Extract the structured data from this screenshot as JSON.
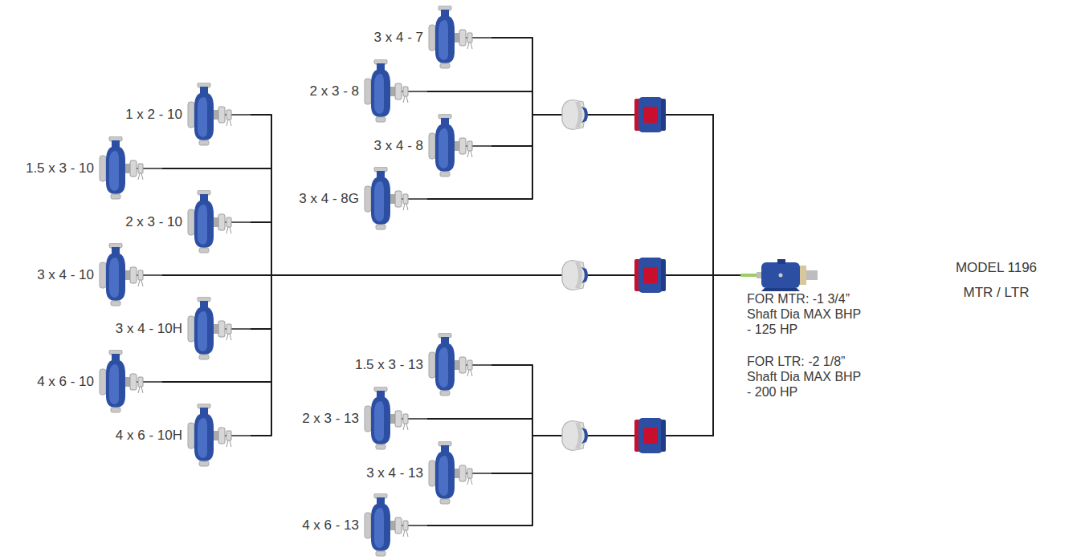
{
  "diagram": {
    "nodes": [
      {
        "text": [
          "1 x 2 - 10"
        ]
      },
      {
        "text": [
          "1.5 x 3 - 10"
        ]
      },
      {
        "text": [
          "2 x 3 - 10"
        ]
      },
      {
        "text": [
          "3 x 4 - 10"
        ]
      },
      {
        "text": [
          "3 x 4 - 10H"
        ]
      },
      {
        "text": [
          "4 x 6 - 10"
        ]
      },
      {
        "text": [
          "4 x 6 - 10H"
        ]
      },
      {
        "text": [
          "3 x 4 - 7"
        ]
      },
      {
        "text": [
          "2 x 3 - 8"
        ]
      },
      {
        "text": [
          "3 x 4 - 8"
        ]
      },
      {
        "text": [
          "3 x 4 - 8G"
        ]
      },
      {
        "text": [
          "1.5 x 3 - 13"
        ]
      },
      {
        "text": [
          "2 x 3 - 13"
        ]
      },
      {
        "text": [
          "3 x 4 - 13"
        ]
      },
      {
        "text": [
          "4 x 6 - 13"
        ]
      },
      {
        "text": [
          "FOR MTR: -1 3/4” Shaft Dia MAX BHP - 125 HP",
          "FOR LTR: -2 1/8” Shaft Dia MAX BHP - 200 HP"
        ]
      }
    ],
    "edges": [
      {
        "from": 0,
        "to": 15,
        "arrow": "none"
      },
      {
        "from": 1,
        "to": 15,
        "arrow": "none"
      },
      {
        "from": 2,
        "to": 15,
        "arrow": "none"
      },
      {
        "from": 3,
        "to": 15,
        "arrow": "none"
      },
      {
        "from": 4,
        "to": 15,
        "arrow": "none"
      },
      {
        "from": 5,
        "to": 15,
        "arrow": "none"
      },
      {
        "from": 6,
        "to": 15,
        "arrow": "none"
      },
      {
        "from": 7,
        "to": 15,
        "arrow": "none"
      },
      {
        "from": 8,
        "to": 15,
        "arrow": "none"
      },
      {
        "from": 9,
        "to": 15,
        "arrow": "none"
      },
      {
        "from": 10,
        "to": 15,
        "arrow": "none"
      },
      {
        "from": 11,
        "to": 15,
        "arrow": "none"
      },
      {
        "from": 12,
        "to": 15,
        "arrow": "none"
      },
      {
        "from": 13,
        "to": 15,
        "arrow": "none"
      },
      {
        "from": 14,
        "to": 15,
        "arrow": "none"
      }
    ],
    "labels": [
      "MODEL 1196 MTR / LTR"
    ]
  }
}
